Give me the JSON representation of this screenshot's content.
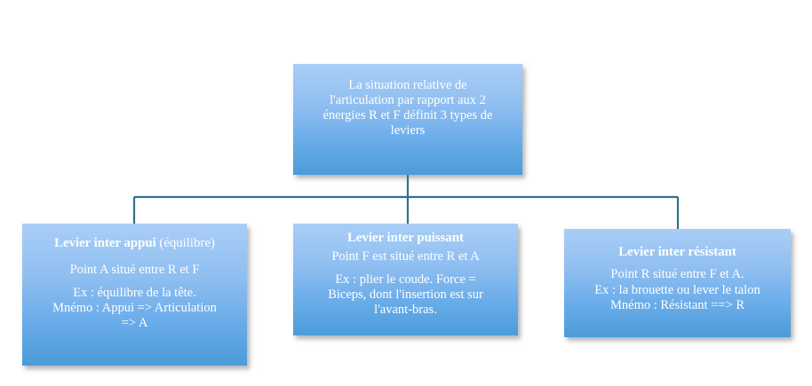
{
  "diagram": {
    "type": "hierarchy-tree",
    "background_color": "#ffffff",
    "node_fill_top": "#a9cef6",
    "node_fill_bottom": "#4a9cd9",
    "node_text_color": "#ffffff",
    "connector_color": "#31708f",
    "language": "fr"
  },
  "root": {
    "lines": [
      "La situation relative de",
      "l'articulation par rapport aux 2",
      "énergies R et F définit 3 types de",
      "leviers"
    ]
  },
  "children": [
    {
      "id": "levier-inter-appui",
      "title_bold": "Levier inter appui",
      "title_suffix": " (équilibre)",
      "body": [
        "Point A situé entre R et F"
      ],
      "body2": [
        "Ex : équilibre de la tête.",
        "Mnémo : Appui => Articulation",
        "=> A"
      ]
    },
    {
      "id": "levier-inter-puissant",
      "title_bold": "Levier inter puissant",
      "title_suffix": "",
      "body": [
        "Point F est situé entre R et A"
      ],
      "body2": [
        "Ex : plier le coude. Force =",
        "Biceps, dont l'insertion est sur",
        "l'avant-bras."
      ]
    },
    {
      "id": "levier-inter-resistant",
      "title_bold": "Levier inter résistant",
      "title_suffix": "",
      "body": [
        "Point R situé entre F et A."
      ],
      "body2": [
        "Ex : la brouette ou lever le talon",
        "Mnémo : Résistant ==> R"
      ]
    }
  ]
}
